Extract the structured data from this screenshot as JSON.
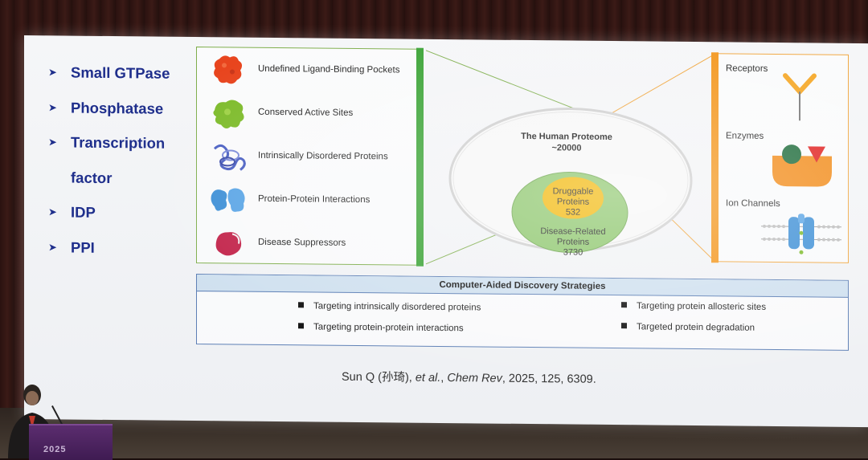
{
  "slide": {
    "bullets": [
      {
        "icon": "arrow-bullet-icon",
        "text": "Small GTPase"
      },
      {
        "icon": "arrow-bullet-icon",
        "text": "Phosphatase"
      },
      {
        "icon": "arrow-bullet-icon",
        "text": "Transcription"
      },
      {
        "icon": "",
        "text": "factor"
      },
      {
        "icon": "arrow-bullet-icon",
        "text": "IDP"
      },
      {
        "icon": "arrow-bullet-icon",
        "text": "PPI"
      }
    ],
    "features": [
      {
        "label": "Undefined Ligand-Binding Pockets",
        "icon": "red-blob-protein-icon",
        "color": "#e8451e"
      },
      {
        "label": "Conserved Active Sites",
        "icon": "green-blob-protein-icon",
        "color": "#7dbb2a"
      },
      {
        "label": "Intrinsically Disordered Proteins",
        "icon": "disordered-coil-protein-icon",
        "color": "#4a5fc2"
      },
      {
        "label": "Protein-Protein Interactions",
        "icon": "blue-dimer-protein-icon",
        "color": "#3d8fd6"
      },
      {
        "label": "Disease Suppressors",
        "icon": "crimson-protein-icon",
        "color": "#c2234a"
      }
    ],
    "proteome": {
      "title": "The Human Proteome",
      "total": "~20000",
      "druggable_label": "Druggable\nProteins",
      "druggable_count": "532",
      "disease_label": "Disease-Related\nProteins",
      "disease_count": "3730",
      "colors": {
        "outer": "#d9d9d9",
        "disease": "#8cc66b",
        "druggable": "#f2b705"
      }
    },
    "targets": [
      {
        "label": "Receptors",
        "icon": "receptor-y-icon",
        "color": "#f5a623"
      },
      {
        "label": "Enzymes",
        "icon": "enzyme-substrate-icon",
        "color": "#f28c1a"
      },
      {
        "label": "Ion Channels",
        "icon": "ion-channel-membrane-icon",
        "color": "#3d8fd6"
      }
    ],
    "strategies": {
      "title": "Computer-Aided Discovery Strategies",
      "left": [
        "Targeting intrinsically disordered proteins",
        "Targeting protein-protein interactions"
      ],
      "right": [
        "Targeting protein allosteric sites",
        "Targeted protein degradation"
      ]
    },
    "citation": {
      "author": "Sun Q (孙琦), ",
      "etal": "et al.",
      "sep": ", ",
      "journal": "Chem Rev",
      "rest": ", 2025, 125, 6309."
    }
  },
  "stage": {
    "podium_text": "2025"
  },
  "colors": {
    "bullet_text": "#1f2f8c",
    "green_accent": "#3aa335",
    "orange_accent": "#f39519",
    "blue_border": "#5d7fb5"
  }
}
